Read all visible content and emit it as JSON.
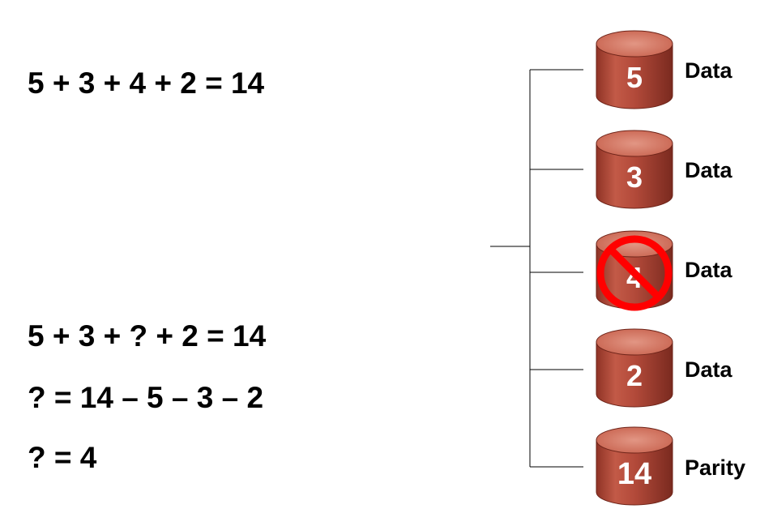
{
  "equations": {
    "line1": "5 + 3 + 4 + 2 = 14",
    "line2": "5 + 3 + ? + 2 = 14",
    "line3": "? = 14 – 5 – 3 – 2",
    "line4": "? = 4"
  },
  "disks": [
    {
      "value": "5",
      "label": "Data",
      "failed": false
    },
    {
      "value": "3",
      "label": "Data",
      "failed": false
    },
    {
      "value": "4",
      "label": "Data",
      "failed": true
    },
    {
      "value": "2",
      "label": "Data",
      "failed": false
    },
    {
      "value": "14",
      "label": "Parity",
      "failed": false
    }
  ],
  "colors": {
    "disk_body": "#b34a3a",
    "disk_top": "#d77a68",
    "failure_symbol": "#ff0000",
    "connector_line": "#000000"
  },
  "icons": {
    "disk": "cylinder-disk-icon",
    "failure": "prohibited-icon"
  }
}
